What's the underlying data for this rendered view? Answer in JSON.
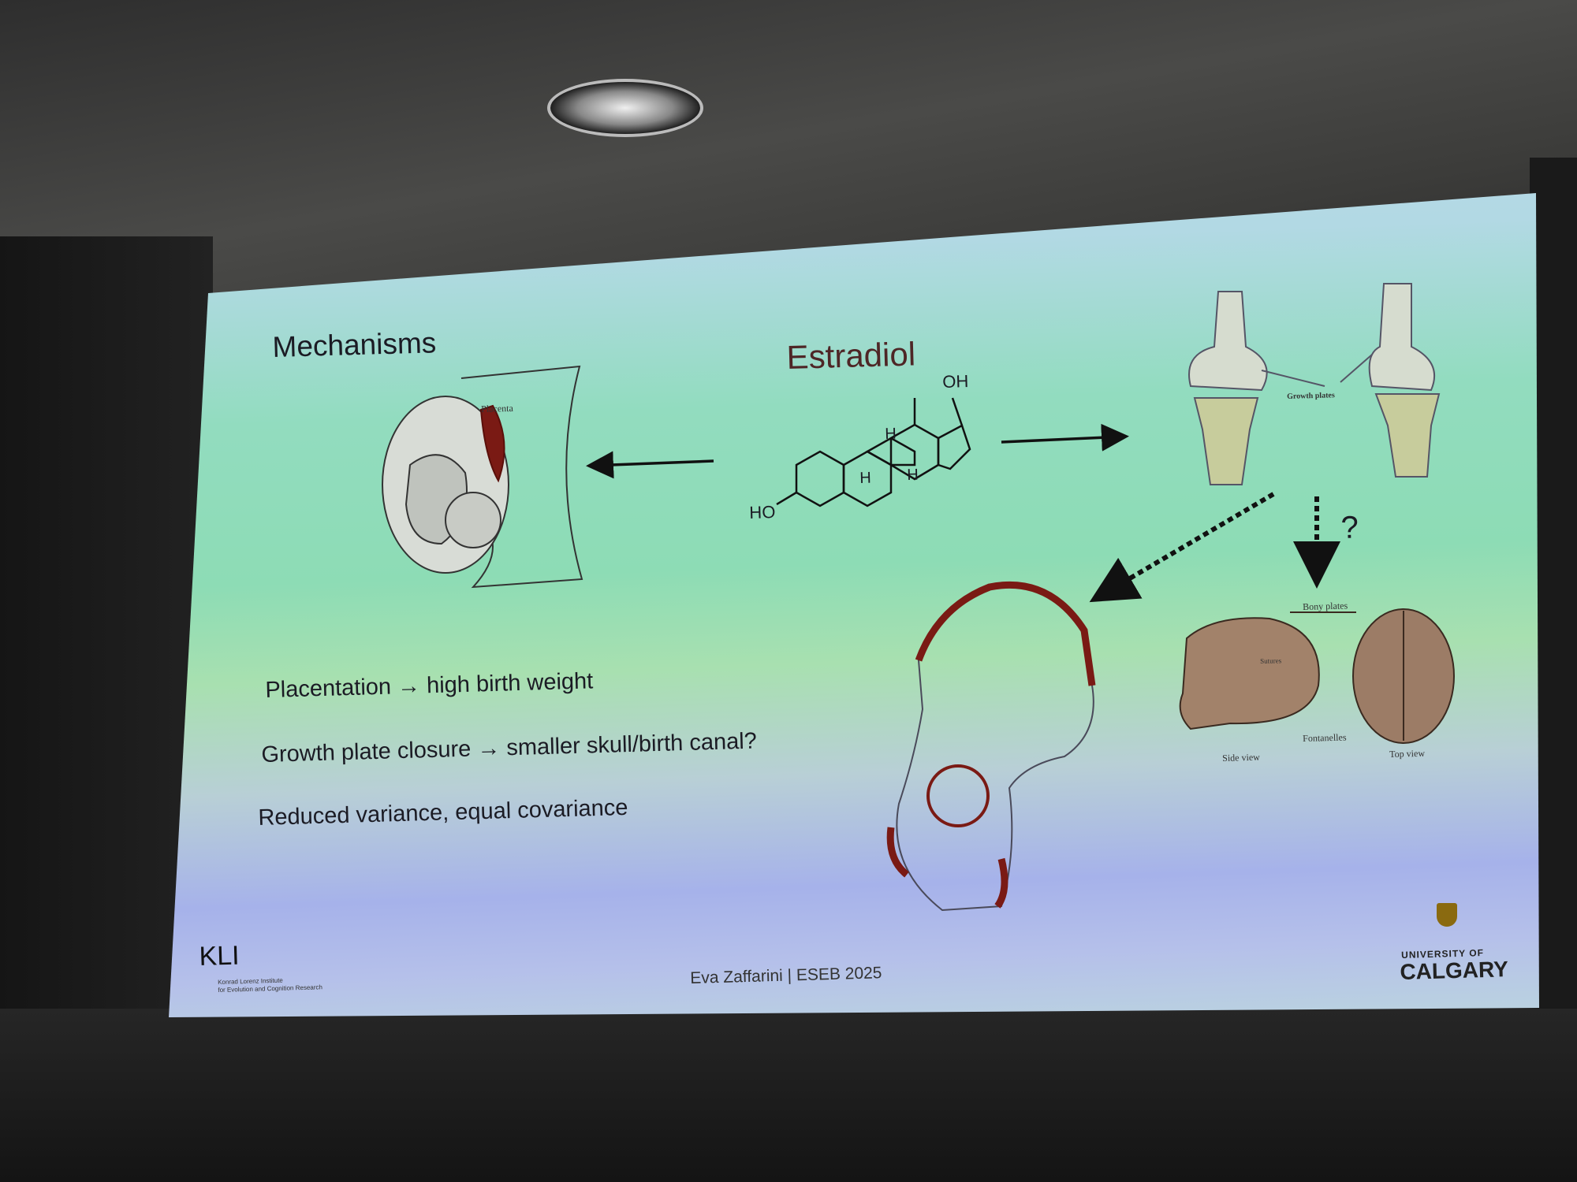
{
  "slide": {
    "title": "Mechanisms",
    "molecule_title": "Estradiol",
    "molecule_labels": {
      "oh": "OH",
      "ho": "HO",
      "h1": "H",
      "h2": "H",
      "h3": "H"
    },
    "placenta_label": "Placenta",
    "knee_label": "Growth plates",
    "skull_labels": {
      "bony_plates": "Bony plates",
      "sutures": "Sutures",
      "fontanelles": "Fontanelles",
      "side_view": "Side view",
      "top_view": "Top view"
    },
    "question_mark": "?",
    "bullets": [
      "Placentation → high birth weight",
      "Growth plate closure → smaller skull/birth canal?",
      "Reduced variance, equal covariance"
    ],
    "footer": "Eva Zaffarini | ESEB 2025",
    "logos": {
      "kli": "KLI",
      "kli_sub_1": "Konrad Lorenz Institute",
      "kli_sub_2": "for Evolution and Cognition Research",
      "uc_line1": "UNIVERSITY OF",
      "uc_line2": "CALGARY"
    }
  },
  "colors": {
    "accent_red": "#7a1a14",
    "title_brown": "#4e2626"
  }
}
